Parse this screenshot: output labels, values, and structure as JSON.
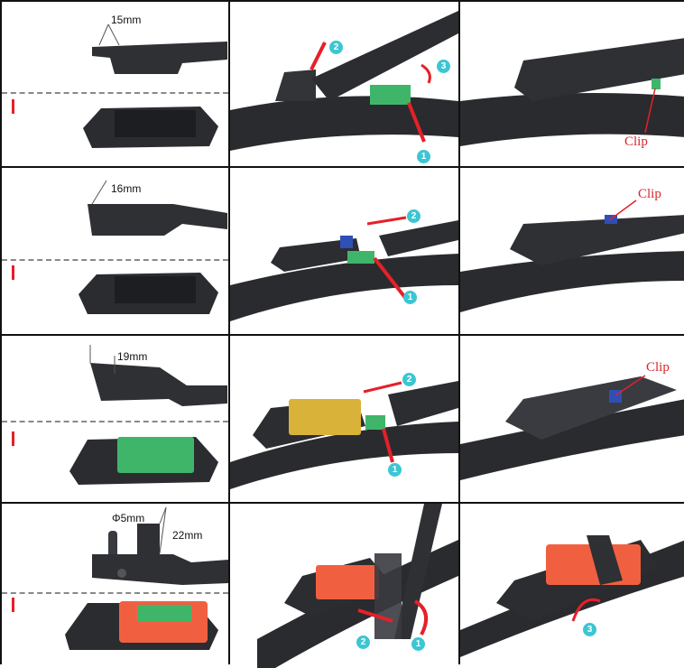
{
  "rows": [
    {
      "dimension": "15mm",
      "steps": [
        "1",
        "2",
        "3"
      ],
      "clip_label": "Clip"
    },
    {
      "dimension": "16mm",
      "steps": [
        "1",
        "2"
      ],
      "clip_label": "Clip"
    },
    {
      "dimension": "19mm",
      "steps": [
        "1",
        "2"
      ],
      "clip_label": "Clip"
    },
    {
      "dimension_pin": "Φ5mm",
      "dimension": "22mm",
      "steps": [
        "1",
        "2"
      ],
      "final_step": "3"
    }
  ],
  "colors": {
    "arrow": "#e5202a",
    "badge": "#3cc6d3",
    "clip_text": "#d9262c",
    "insert_green": "#3fb56a",
    "insert_yellow": "#d9b23a",
    "insert_orange": "#f06040",
    "blade": "#2a2b2e"
  }
}
